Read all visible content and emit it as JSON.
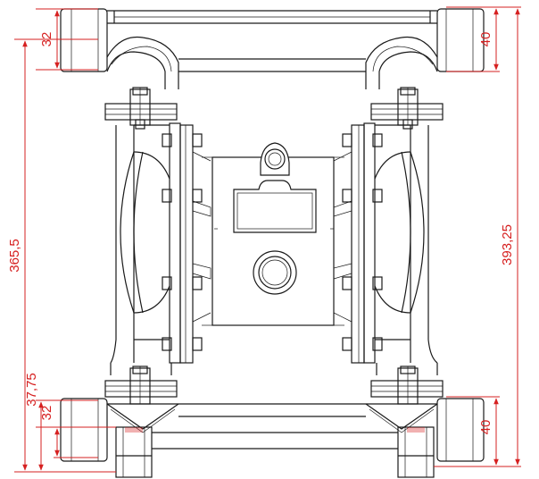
{
  "colors": {
    "line": "#1a1a1a",
    "dimension": "#d62020",
    "background": "#ffffff"
  },
  "dimensions": {
    "top_left_port": "32",
    "top_right_port": "40",
    "overall_height_left": "365,5",
    "overall_height_right": "393,25",
    "bottom_left_outer": "37,75",
    "bottom_left_port": "32",
    "bottom_right_port": "40"
  }
}
